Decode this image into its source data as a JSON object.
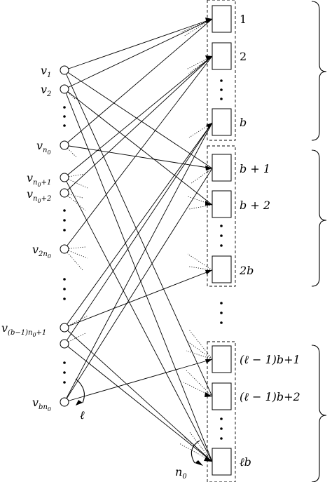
{
  "left_vertices": [
    {
      "base": "v",
      "sub": "1"
    },
    {
      "base": "v",
      "sub": "2"
    },
    {
      "base": "v",
      "sub": "n",
      "subsub": "0"
    },
    {
      "base": "v",
      "sub": "n",
      "subsub": "0",
      "sub_tail": "+1"
    },
    {
      "base": "v",
      "sub": "n",
      "subsub": "0",
      "sub_tail": "+2"
    },
    {
      "base": "v",
      "sub": "2n",
      "subsub": "0"
    },
    {
      "base": "v",
      "sub": "(b−1)n",
      "subsub": "0",
      "sub_tail": "+1"
    },
    {
      "base": "v",
      "sub": "bn",
      "subsub": "0"
    }
  ],
  "bins": [
    {
      "label": "1"
    },
    {
      "label": "2"
    },
    {
      "label": "b"
    },
    {
      "label": "b + 1"
    },
    {
      "label": "b + 2"
    },
    {
      "label": "2b"
    },
    {
      "label": "(ℓ − 1)b+1"
    },
    {
      "label": "(ℓ − 1)b+2"
    },
    {
      "label": "ℓb"
    }
  ],
  "angle_labels": {
    "left": "ℓ",
    "right_base": "n",
    "right_sub": "0"
  }
}
